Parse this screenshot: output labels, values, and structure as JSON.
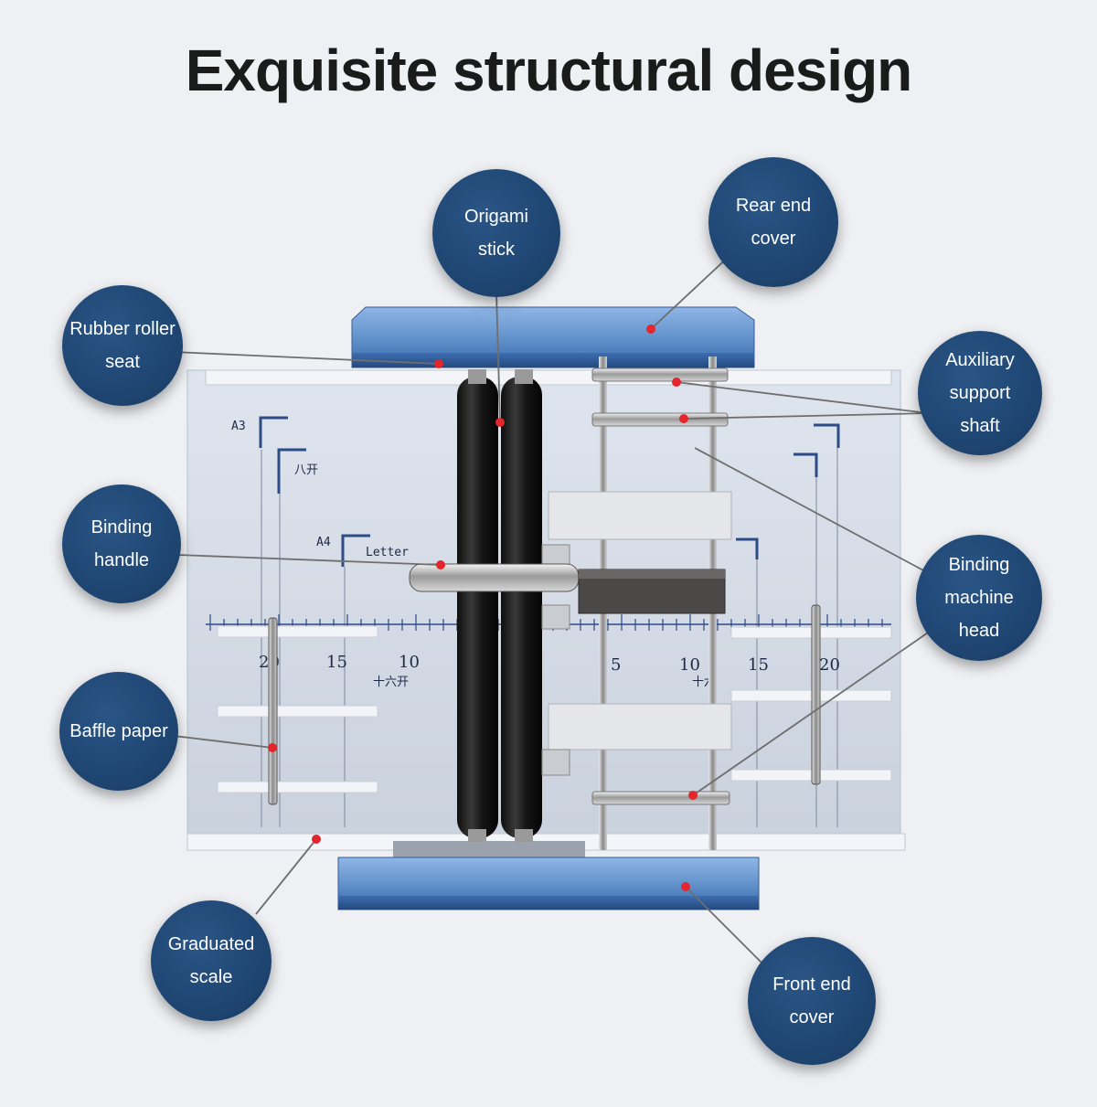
{
  "title": "Exquisite structural design",
  "colors": {
    "callout_fill": "#1f4673",
    "callout_text": "#ffffff",
    "marker_dot": "#e3262b",
    "leader_line": "#6e6e6e",
    "end_cover_blue": "#5f8fc9",
    "roller_black": "#1c1c1c"
  },
  "callouts": [
    {
      "id": "origami-stick",
      "label": "Origami\nstick"
    },
    {
      "id": "rear-end-cover",
      "label": "Rear end\ncover"
    },
    {
      "id": "rubber-roller-seat",
      "label": "Rubber roller\nseat"
    },
    {
      "id": "auxiliary-support-shaft",
      "label": "Auxiliary\nsupport\nshaft"
    },
    {
      "id": "binding-handle",
      "label": "Binding\nhandle"
    },
    {
      "id": "binding-machine-head",
      "label": "Binding\nmachine\nhead"
    },
    {
      "id": "baffle-paper",
      "label": "Baffle paper"
    },
    {
      "id": "graduated-scale",
      "label": "Graduated\nscale"
    },
    {
      "id": "front-end-cover",
      "label": "Front end\ncover"
    }
  ],
  "board_marks": {
    "formats": [
      "A3",
      "八开",
      "A4",
      "Letter",
      "十六开",
      "十六"
    ],
    "scale_left": [
      "20",
      "15",
      "10"
    ],
    "scale_right": [
      "5",
      "10",
      "15",
      "20"
    ]
  }
}
